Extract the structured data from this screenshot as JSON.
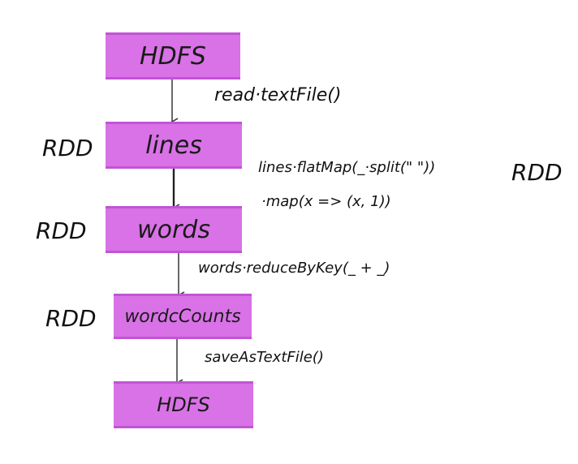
{
  "nodes": {
    "hdfs_top": "HDFS",
    "lines": "lines",
    "words": "words",
    "word_counts": "wordcCounts",
    "hdfs_bottom": "HDFS"
  },
  "rdd_labels": {
    "lines": "RDD",
    "words": "RDD",
    "word_counts": "RDD",
    "flatmap_result": "RDD"
  },
  "operations": {
    "read": "read·textFile()",
    "flatmap_line1": "lines·flatMap(_·split(\" \"))",
    "flatmap_line2": "·map(x => (x, 1))",
    "reduce": "words·reduceByKey(_ + _)",
    "save": "saveAsTextFile()"
  },
  "colors": {
    "node_fill": "#d872e6",
    "node_border": "#c254d6",
    "arrow": "#444444",
    "text": "#111111"
  }
}
